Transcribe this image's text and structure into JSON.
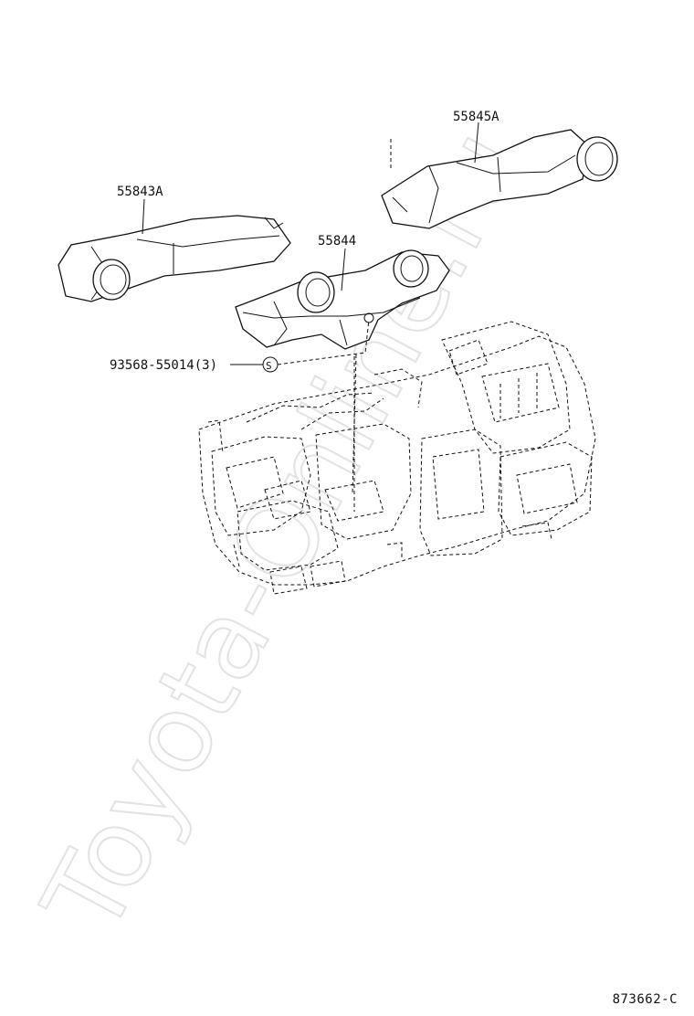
{
  "parts": {
    "duct_right": "55845A",
    "duct_left": "55843A",
    "duct_center": "55844",
    "screw": "93568-55014(3)",
    "screw_symbol": "S"
  },
  "watermark": "Toyota-Online.ru",
  "footer": {
    "code": "873662-C"
  }
}
